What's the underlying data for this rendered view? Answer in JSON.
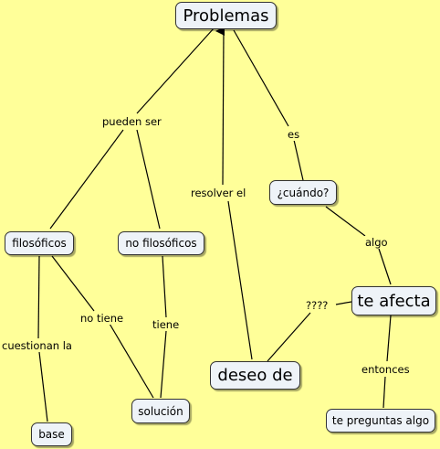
{
  "nodes": {
    "problemas": "Problemas",
    "filosoficos": "filosóficos",
    "no_filosoficos": "no filosóficos",
    "cuando": "¿cuándo?",
    "te_afecta": "te afecta",
    "deseo_de": "deseo de",
    "base": "base",
    "solucion": "solución",
    "te_preguntas_algo": "te preguntas algo"
  },
  "link_labels": {
    "pueden_ser": "pueden ser",
    "es": "es",
    "resolver_el": "resolver el",
    "algo": "algo",
    "no_tiene": "no tiene",
    "tiene": "tiene",
    "cuestionan_la": "cuestionan la",
    "question_marks": "????",
    "entonces": "entonces"
  },
  "colors": {
    "background": "#FFFF99",
    "node_fill": "#EEF3F8",
    "line": "#000000"
  }
}
